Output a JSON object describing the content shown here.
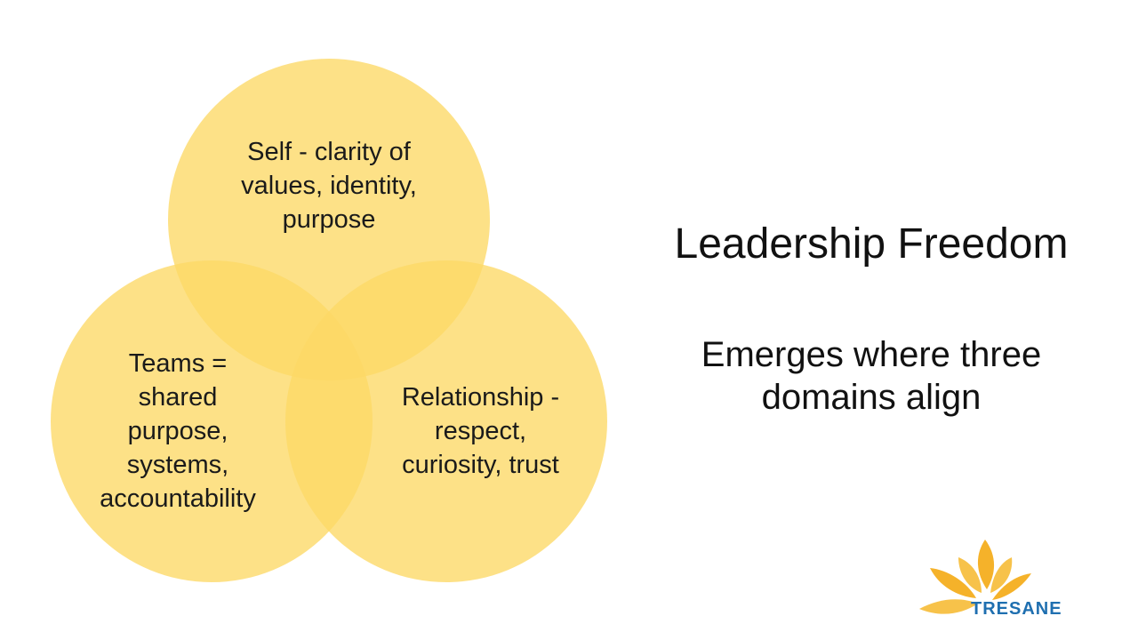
{
  "colors": {
    "circle_fill": "#fdd865",
    "overlap_accent": "#ffc000",
    "text": "#111111",
    "logo_leaf": "#f5b22a",
    "logo_text": "#1f6fb0"
  },
  "diagram": {
    "circles": [
      {
        "name": "self",
        "lines": [
          "Self - clarity of",
          "values, identity,",
          "purpose"
        ]
      },
      {
        "name": "teams",
        "lines": [
          "Teams =",
          "shared",
          "purpose,",
          "systems,",
          "accountability"
        ]
      },
      {
        "name": "relationship",
        "lines": [
          "Relationship -",
          "respect,",
          "curiosity, trust"
        ]
      }
    ]
  },
  "heading": {
    "title": "Leadership Freedom",
    "subtitle_lines": [
      "Emerges where three",
      "domains align"
    ]
  },
  "logo": {
    "text": "TRESANE",
    "icon": "leaf-burst-icon"
  }
}
